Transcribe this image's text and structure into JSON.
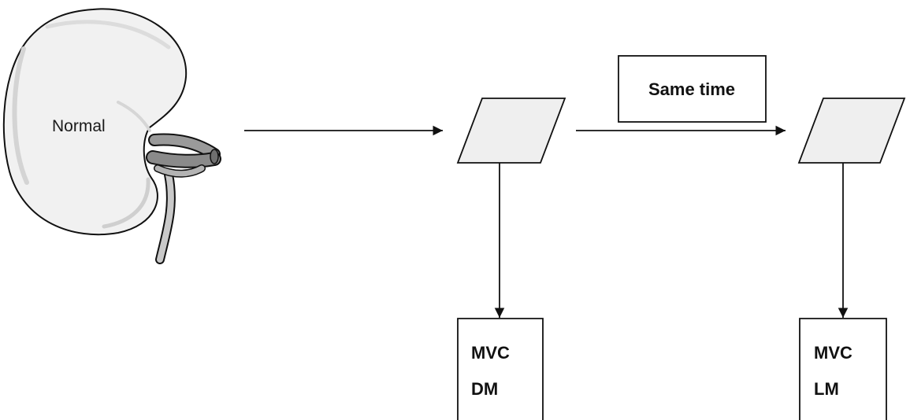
{
  "kidney": {
    "label": "Normal"
  },
  "note": {
    "label": "Same time"
  },
  "result_left": {
    "line1": "MVC",
    "line2": "DM"
  },
  "result_right": {
    "line1": "MVC",
    "line2": "LM"
  },
  "colors": {
    "stroke": "#111111",
    "kidney_fill": "#f1f1f1",
    "kidney_shade": "#cfcfcf",
    "shape_fill": "#efefef",
    "vessel": "#9a9a9a"
  }
}
